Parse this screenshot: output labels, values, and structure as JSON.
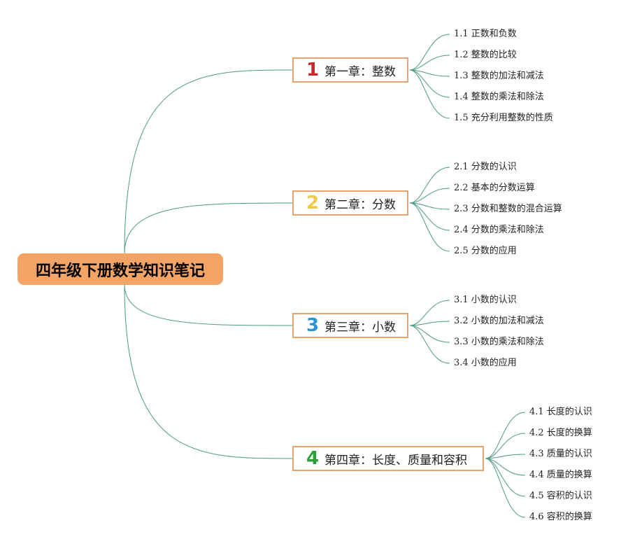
{
  "title": "四年级下册数学知识笔记",
  "colors": {
    "root": "#F2A366",
    "border": "#E8A36E",
    "link": "#4E9A83"
  },
  "chapters": [
    {
      "number": "1",
      "color": "#D0242A",
      "label": "第一章：整数",
      "topics": [
        "1.1 正数和负数",
        "1.2 整数的比较",
        "1.3 整数的加法和减法",
        "1.4 整数的乘法和除法",
        "1.5 充分利用整数的性质"
      ]
    },
    {
      "number": "2",
      "color": "#F2C94C",
      "label": "第二章：分数",
      "topics": [
        "2.1 分数的认识",
        "2.2 基本的分数运算",
        "2.3 分数和整数的混合运算",
        "2.4 分数的乘法和除法",
        "2.5 分数的应用"
      ]
    },
    {
      "number": "3",
      "color": "#2A93D5",
      "label": "第三章：小数",
      "topics": [
        "3.1 小数的认识",
        "3.2 小数的加法和减法",
        "3.3 小数的乘法和除法",
        "3.4 小数的应用"
      ]
    },
    {
      "number": "4",
      "color": "#2E9E3A",
      "label": "第四章：长度、质量和容积",
      "topics": [
        "4.1 长度的认识",
        "4.2 长度的换算",
        "4.3 质量的认识",
        "4.4 质量的换算",
        "4.5 容积的认识",
        "4.6 容积的换算"
      ]
    }
  ]
}
